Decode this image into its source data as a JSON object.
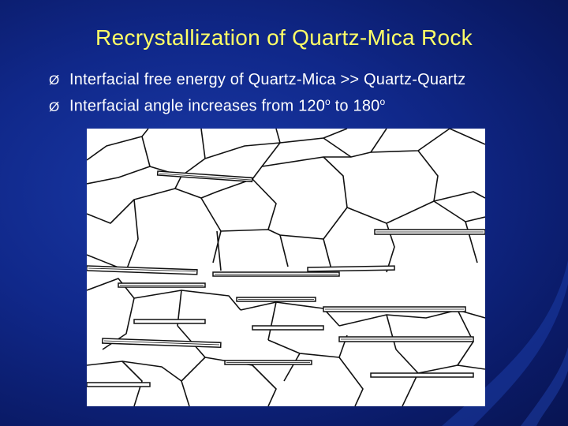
{
  "slide": {
    "title": "Recrystallization of Quartz-Mica Rock",
    "bullets": [
      {
        "marker": "Ø",
        "text": "Interfacial free energy of Quartz-Mica >> Quartz-Quartz"
      },
      {
        "marker": "Ø",
        "text_before": "Interfacial angle increases from 120",
        "sup1": "o",
        "text_mid": " to 180",
        "sup2": "o"
      }
    ]
  },
  "colors": {
    "title": "#ffff66",
    "text": "#ffffff",
    "background": "#10288a",
    "diagram_background": "#ffffff",
    "diagram_lines": "#111111"
  }
}
